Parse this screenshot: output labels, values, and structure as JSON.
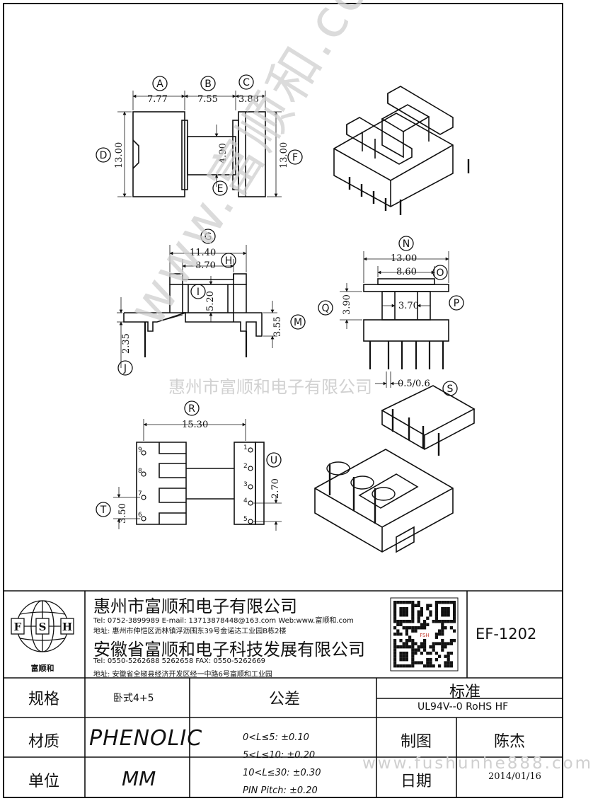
{
  "drawing": {
    "dimensions": {
      "a": "7.77",
      "b": "7.55",
      "c": "3.88",
      "d": "13.00",
      "e": "4.90",
      "f": "13.00",
      "g": "11.40",
      "h": "8.70",
      "i": "5.20",
      "j": "2.35",
      "m": "3.55",
      "n": "13.00",
      "o": "8.60",
      "p": "3.70",
      "q": "3.90",
      "s": "0.5/0.6",
      "r": "15.30",
      "t": "3.50",
      "u": "2.70"
    },
    "callouts": [
      "A",
      "B",
      "C",
      "D",
      "E",
      "F",
      "G",
      "H",
      "I",
      "J",
      "M",
      "N",
      "O",
      "P",
      "Q",
      "S",
      "R",
      "T",
      "U"
    ],
    "pins_left": [
      "9",
      "8",
      "7",
      "6"
    ],
    "pins_right": [
      "1",
      "2",
      "3",
      "4",
      "5"
    ]
  },
  "watermarks": {
    "diagonal": "www.富顺和.com",
    "company": "惠州市富顺和电子有限公司",
    "url": "www.fushunhe888.com"
  },
  "title_block": {
    "logo_letters": [
      "F",
      "S",
      "H"
    ],
    "logo_name": "富顺和",
    "company1": {
      "name": "惠州市富顺和电子有限公司",
      "tel": "Tel:  0752-3899989  E-mail: 13713878448@163.com  Web:www.富顺和.com",
      "address": "地址: 惠州市仲恺区沥林镇浮沥围东39号金诺达工业园B栋2楼"
    },
    "company2": {
      "name": "安徽省富顺和电子科技发展有限公司",
      "tel": "Tel:  0550-5262688  5262658        FAX:  0550-5262669",
      "address": "地址: 安徽省全椒县经济开发区经一中路6号富顺和工业园"
    },
    "qr_label": "FSH",
    "part_number": "EF-1202",
    "rows": {
      "spec_label": "规格",
      "spec_value": "卧式4+5",
      "material_label": "材质",
      "material_value": "PHENOLIC",
      "unit_label": "单位",
      "unit_value": "MM",
      "tolerance_label": "公差",
      "tolerances": [
        "0<L≤5: ±0.10",
        "5<L≤10: ±0.20",
        "10<L≤30: ±0.30",
        "PIN Pitch: ±0.20"
      ],
      "standard_label": "标准",
      "standard_value": "UL94V--0  RoHS HF",
      "drawn_label": "制图",
      "drawn_value": "陈杰",
      "date_label": "日期",
      "date_value": "2014/01/16"
    }
  }
}
